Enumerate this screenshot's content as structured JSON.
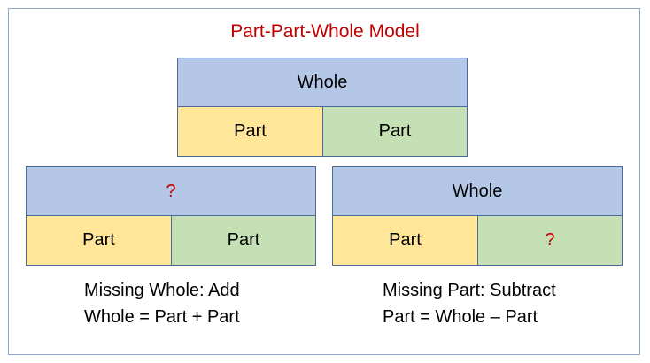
{
  "title": "Part-Part-Whole Model",
  "colors": {
    "title": "#c00000",
    "whole_fill": "#b4c7e7",
    "part_left_fill": "#ffe699",
    "part_right_fill": "#c5e0b4",
    "unknown_mark": "#c00000"
  },
  "top_model": {
    "whole": "Whole",
    "part_left": "Part",
    "part_right": "Part"
  },
  "left_model": {
    "whole": "?",
    "part_left": "Part",
    "part_right": "Part",
    "caption_line1": "Missing Whole: Add",
    "caption_line2": "Whole = Part + Part"
  },
  "right_model": {
    "whole": "Whole",
    "part_left": "Part",
    "part_right": "?",
    "caption_line1": "Missing Part: Subtract",
    "caption_line2": "Part = Whole – Part"
  }
}
